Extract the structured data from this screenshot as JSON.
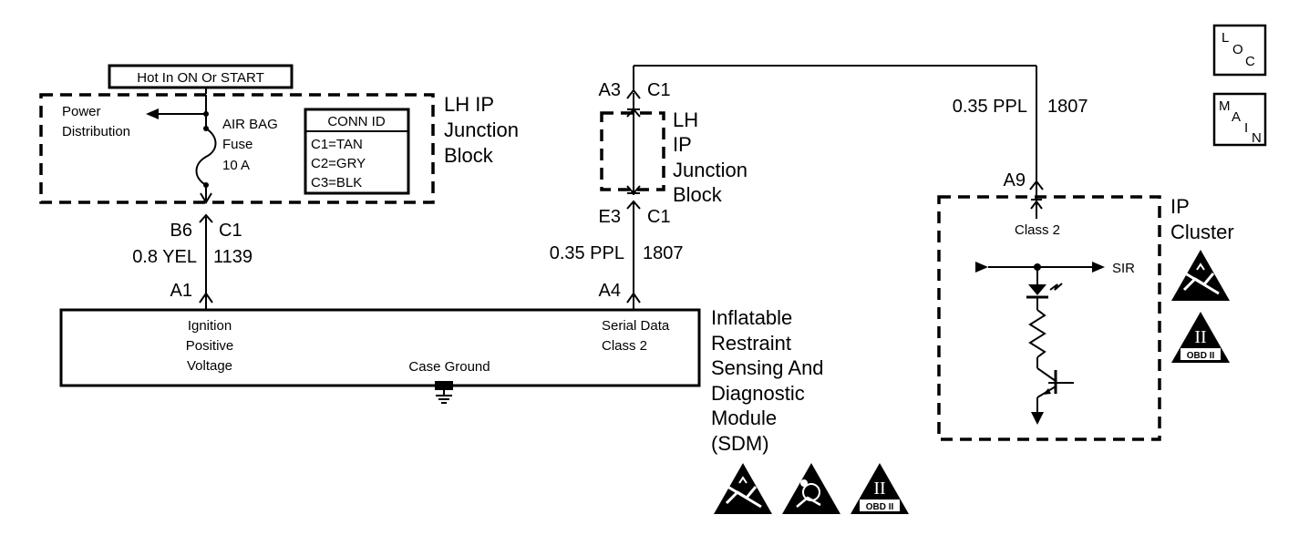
{
  "top_label": "Hot In ON Or START",
  "nav": {
    "loc": [
      "L",
      "O",
      "C"
    ],
    "main": [
      "M",
      "A",
      "I",
      "N"
    ]
  },
  "lh_ip_block_left": {
    "title": [
      "LH IP",
      "Junction",
      "Block"
    ],
    "power_distribution": [
      "Power",
      "Distribution"
    ],
    "fuse": [
      "AIR BAG",
      "Fuse",
      "10 A"
    ],
    "conn_id": {
      "header": "CONN ID",
      "rows": [
        "C1=TAN",
        "C2=GRY",
        "C3=BLK"
      ]
    }
  },
  "wire_1139": {
    "pin_top": "B6",
    "conn_top": "C1",
    "gauge": "0.8 YEL",
    "circuit": "1139",
    "pin_bottom": "A1"
  },
  "lh_ip_block_mid": {
    "title": [
      "LH",
      "IP",
      "Junction",
      "Block"
    ],
    "top_pin": "A3",
    "top_conn": "C1",
    "bottom_pin": "E3",
    "bottom_conn": "C1"
  },
  "wire_1807_lower": {
    "gauge": "0.35 PPL",
    "circuit": "1807",
    "pin": "A4"
  },
  "wire_1807_upper": {
    "gauge": "0.35 PPL",
    "circuit": "1807",
    "pin": "A9"
  },
  "sdm": {
    "name": [
      "Inflatable",
      "Restraint",
      "Sensing And",
      "Diagnostic",
      "Module",
      "(SDM)"
    ],
    "ignition": [
      "Ignition",
      "Positive",
      "Voltage"
    ],
    "serial": [
      "Serial Data",
      "Class 2"
    ],
    "case_ground": "Case Ground"
  },
  "ip_cluster": {
    "name": [
      "IP",
      "Cluster"
    ],
    "class2": "Class 2",
    "sir": "SIR"
  },
  "obd_text": "OBD II",
  "roman_two": "II"
}
